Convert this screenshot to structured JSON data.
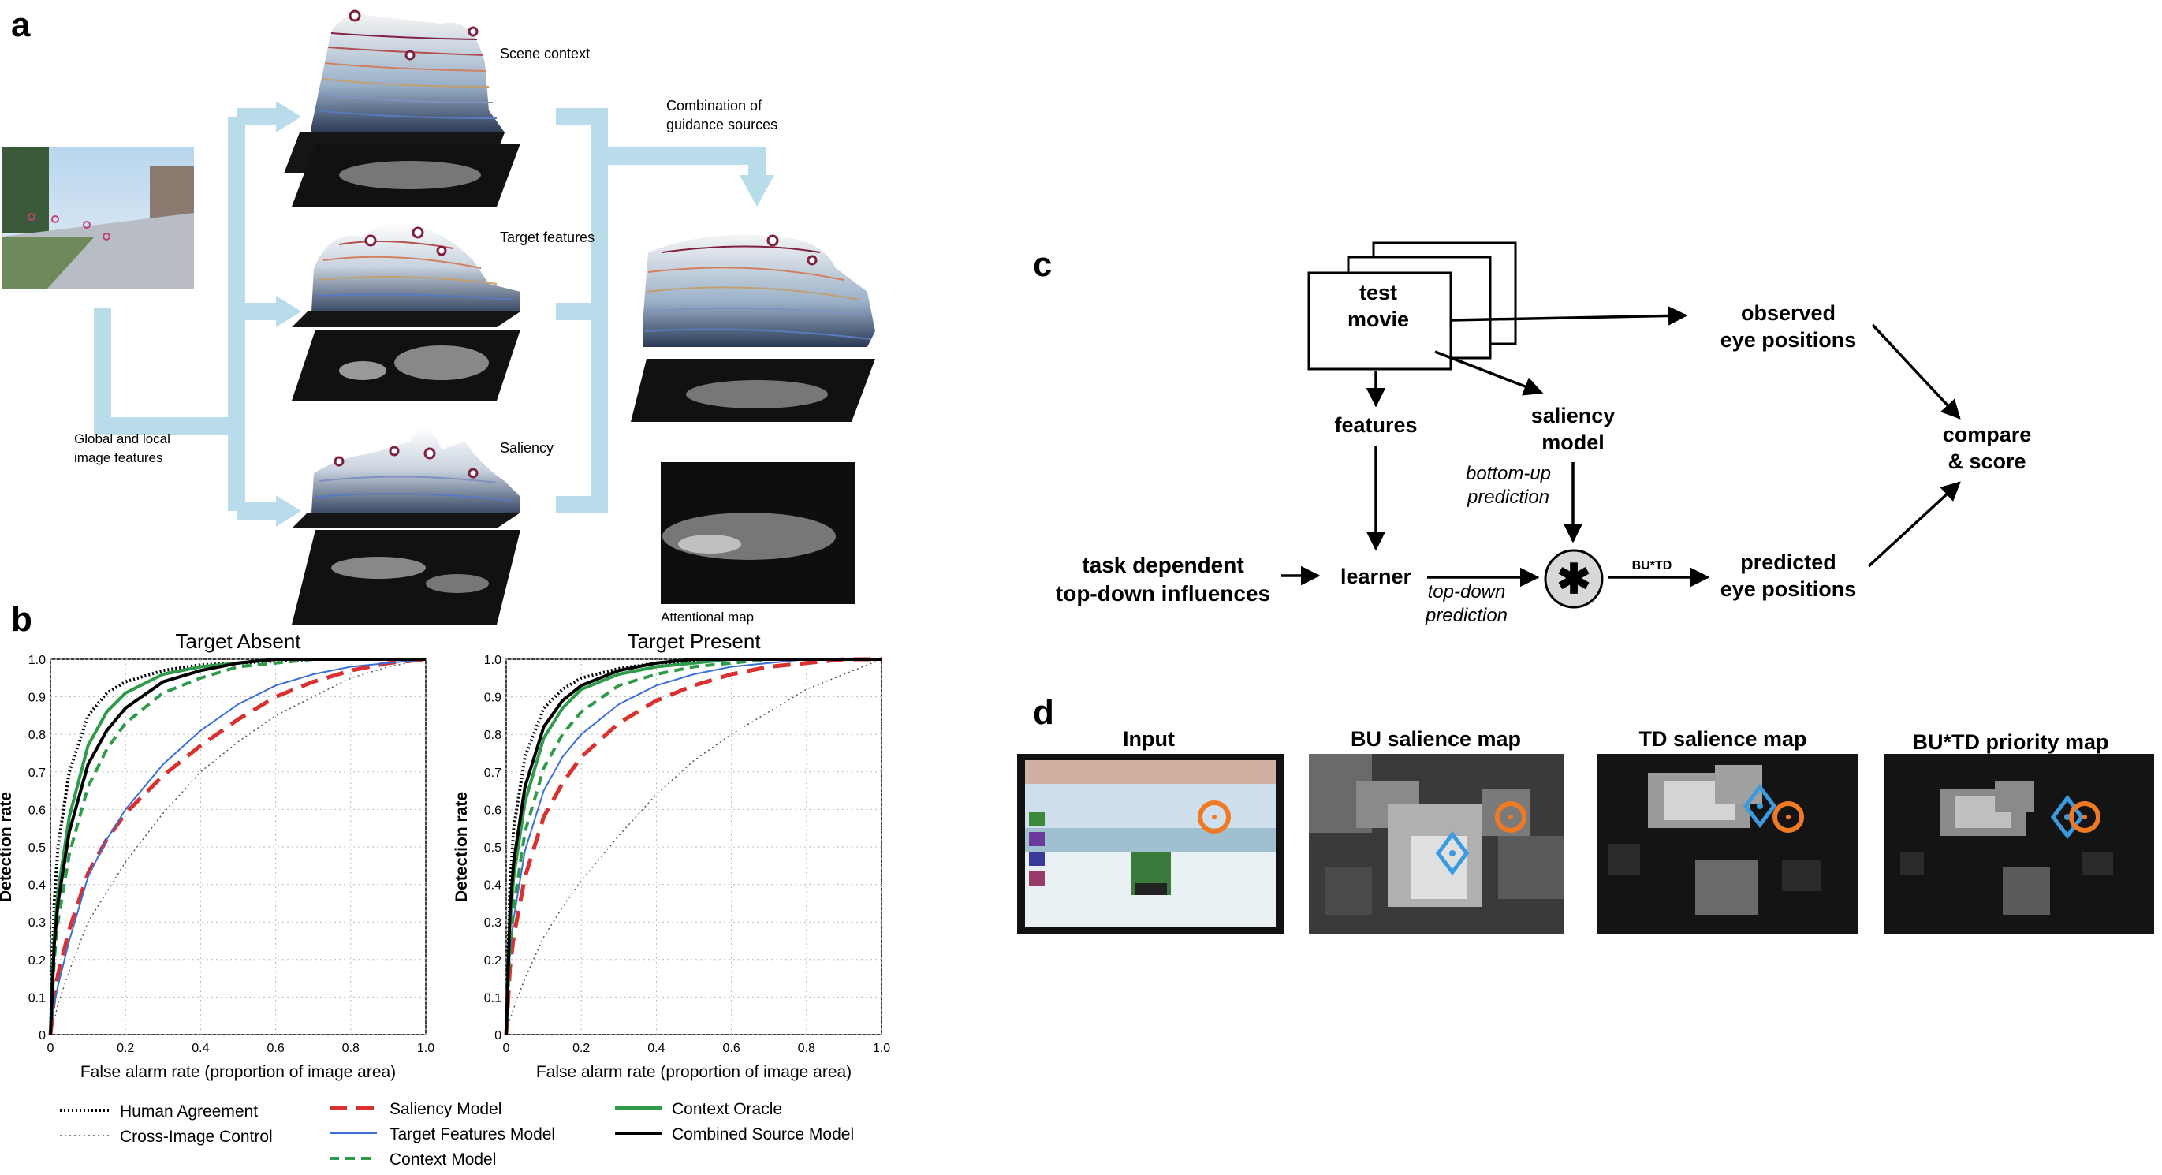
{
  "panel_a": {
    "letter": "a",
    "label_scene_context": "Scene context",
    "label_target_features": "Target features",
    "label_saliency": "Saliency",
    "label_combination_l1": "Combination of",
    "label_combination_l2": "guidance sources",
    "label_global_l1": "Global and local",
    "label_global_l2": "image features",
    "label_attentional_map": "Attentional map"
  },
  "panel_b": {
    "letter": "b",
    "legend": {
      "human_agreement": "Human Agreement",
      "cross_image": "Cross-Image Control",
      "saliency": "Saliency Model",
      "target_features": "Target Features Model",
      "context": "Context Model",
      "context_oracle": "Context Oracle",
      "combined": "Combined Source Model"
    },
    "colors": {
      "human_agreement": "#000000",
      "cross_image": "#555555",
      "saliency": "#d93030",
      "target_features": "#3a6fd8",
      "context": "#2e9a4a",
      "context_oracle": "#2e9a4a",
      "combined": "#000000"
    }
  },
  "chart_data": [
    {
      "type": "line",
      "title": "Target Absent",
      "xlabel": "False alarm rate (proportion of image area)",
      "ylabel": "Detection rate",
      "xlim": [
        0,
        1
      ],
      "ylim": [
        0,
        1
      ],
      "xticks": [
        "0",
        "0.2",
        "0.4",
        "0.6",
        "0.8",
        "1.0"
      ],
      "yticks": [
        "0",
        "0.1",
        "0.2",
        "0.3",
        "0.4",
        "0.5",
        "0.6",
        "0.7",
        "0.8",
        "0.9",
        "1.0"
      ],
      "grid": true,
      "x": [
        0,
        0.01,
        0.02,
        0.05,
        0.1,
        0.15,
        0.2,
        0.3,
        0.4,
        0.5,
        0.6,
        0.7,
        0.8,
        0.9,
        1.0
      ],
      "series": [
        {
          "name": "Human Agreement",
          "style": "dotted-thick",
          "values": [
            0,
            0.35,
            0.5,
            0.7,
            0.85,
            0.91,
            0.94,
            0.97,
            0.985,
            0.99,
            0.995,
            1.0,
            1.0,
            1.0,
            1.0
          ]
        },
        {
          "name": "Cross-Image Control",
          "style": "dotted-thin",
          "values": [
            0,
            0.04,
            0.08,
            0.17,
            0.3,
            0.38,
            0.46,
            0.59,
            0.7,
            0.78,
            0.85,
            0.9,
            0.95,
            0.98,
            1.0
          ]
        },
        {
          "name": "Saliency Model",
          "style": "dashed-red",
          "values": [
            0,
            0.1,
            0.16,
            0.28,
            0.43,
            0.52,
            0.59,
            0.69,
            0.77,
            0.84,
            0.9,
            0.94,
            0.97,
            0.99,
            1.0
          ]
        },
        {
          "name": "Target Features Model",
          "style": "solid-blue",
          "values": [
            0,
            0.08,
            0.13,
            0.25,
            0.42,
            0.52,
            0.6,
            0.72,
            0.81,
            0.88,
            0.93,
            0.96,
            0.98,
            0.99,
            1.0
          ]
        },
        {
          "name": "Context Model",
          "style": "dashed-green",
          "values": [
            0,
            0.2,
            0.3,
            0.48,
            0.66,
            0.76,
            0.83,
            0.91,
            0.95,
            0.98,
            0.99,
            1.0,
            1.0,
            1.0,
            1.0
          ]
        },
        {
          "name": "Context Oracle",
          "style": "solid-green",
          "values": [
            0,
            0.26,
            0.38,
            0.58,
            0.77,
            0.86,
            0.91,
            0.96,
            0.98,
            0.99,
            1.0,
            1.0,
            1.0,
            1.0,
            1.0
          ]
        },
        {
          "name": "Combined Source Model",
          "style": "solid-black",
          "values": [
            0,
            0.24,
            0.35,
            0.54,
            0.72,
            0.81,
            0.87,
            0.94,
            0.97,
            0.99,
            1.0,
            1.0,
            1.0,
            1.0,
            1.0
          ]
        }
      ]
    },
    {
      "type": "line",
      "title": "Target Present",
      "xlabel": "False alarm rate (proportion of image area)",
      "ylabel": "Detection rate",
      "xlim": [
        0,
        1
      ],
      "ylim": [
        0,
        1
      ],
      "xticks": [
        "0",
        "0.2",
        "0.4",
        "0.6",
        "0.8",
        "1.0"
      ],
      "yticks": [
        "0",
        "0.1",
        "0.2",
        "0.3",
        "0.4",
        "0.5",
        "0.6",
        "0.7",
        "0.8",
        "0.9",
        "1.0"
      ],
      "grid": true,
      "x": [
        0,
        0.01,
        0.02,
        0.05,
        0.1,
        0.15,
        0.2,
        0.3,
        0.4,
        0.5,
        0.6,
        0.7,
        0.8,
        0.9,
        1.0
      ],
      "series": [
        {
          "name": "Human Agreement",
          "style": "dotted-thick",
          "values": [
            0,
            0.4,
            0.55,
            0.74,
            0.87,
            0.92,
            0.95,
            0.975,
            0.99,
            0.995,
            1.0,
            1.0,
            1.0,
            1.0,
            1.0
          ]
        },
        {
          "name": "Cross-Image Control",
          "style": "dotted-thin",
          "values": [
            0,
            0.04,
            0.07,
            0.15,
            0.26,
            0.34,
            0.41,
            0.53,
            0.64,
            0.73,
            0.8,
            0.86,
            0.92,
            0.96,
            1.0
          ]
        },
        {
          "name": "Saliency Model",
          "style": "dashed-red",
          "values": [
            0,
            0.18,
            0.26,
            0.42,
            0.58,
            0.67,
            0.74,
            0.83,
            0.89,
            0.93,
            0.96,
            0.98,
            0.99,
            1.0,
            1.0
          ]
        },
        {
          "name": "Target Features Model",
          "style": "solid-blue",
          "values": [
            0,
            0.22,
            0.31,
            0.49,
            0.65,
            0.74,
            0.8,
            0.88,
            0.93,
            0.96,
            0.98,
            0.99,
            1.0,
            1.0,
            1.0
          ]
        },
        {
          "name": "Context Model",
          "style": "dashed-green",
          "values": [
            0,
            0.24,
            0.34,
            0.54,
            0.71,
            0.8,
            0.86,
            0.93,
            0.96,
            0.98,
            0.99,
            1.0,
            1.0,
            1.0,
            1.0
          ]
        },
        {
          "name": "Context Oracle",
          "style": "solid-green",
          "values": [
            0,
            0.3,
            0.42,
            0.62,
            0.79,
            0.87,
            0.92,
            0.96,
            0.98,
            0.99,
            1.0,
            1.0,
            1.0,
            1.0,
            1.0
          ]
        },
        {
          "name": "Combined Source Model",
          "style": "solid-black",
          "values": [
            0,
            0.33,
            0.46,
            0.66,
            0.82,
            0.89,
            0.93,
            0.97,
            0.99,
            1.0,
            1.0,
            1.0,
            1.0,
            1.0,
            1.0
          ]
        }
      ]
    }
  ],
  "panel_c": {
    "letter": "c",
    "test_movie_l1": "test",
    "test_movie_l2": "movie",
    "observed_l1": "observed",
    "observed_l2": "eye positions",
    "features": "features",
    "saliency_l1": "saliency",
    "saliency_l2": "model",
    "bottom_up_l1": "bottom-up",
    "bottom_up_l2": "prediction",
    "compare_l1": "compare",
    "compare_l2": "& score",
    "task_l1": "task dependent",
    "task_l2": "top-down influences",
    "learner": "learner",
    "top_down_l1": "top-down",
    "top_down_l2": "prediction",
    "multiply_symbol": "✱",
    "bu_td": "BU*TD",
    "predicted_l1": "predicted",
    "predicted_l2": "eye positions"
  },
  "panel_d": {
    "letter": "d",
    "titles": [
      "Input",
      "BU salience map",
      "TD salience map",
      "BU*TD priority map"
    ],
    "marker_colors": {
      "blue": "#3a9be0",
      "orange": "#f07a24"
    }
  }
}
